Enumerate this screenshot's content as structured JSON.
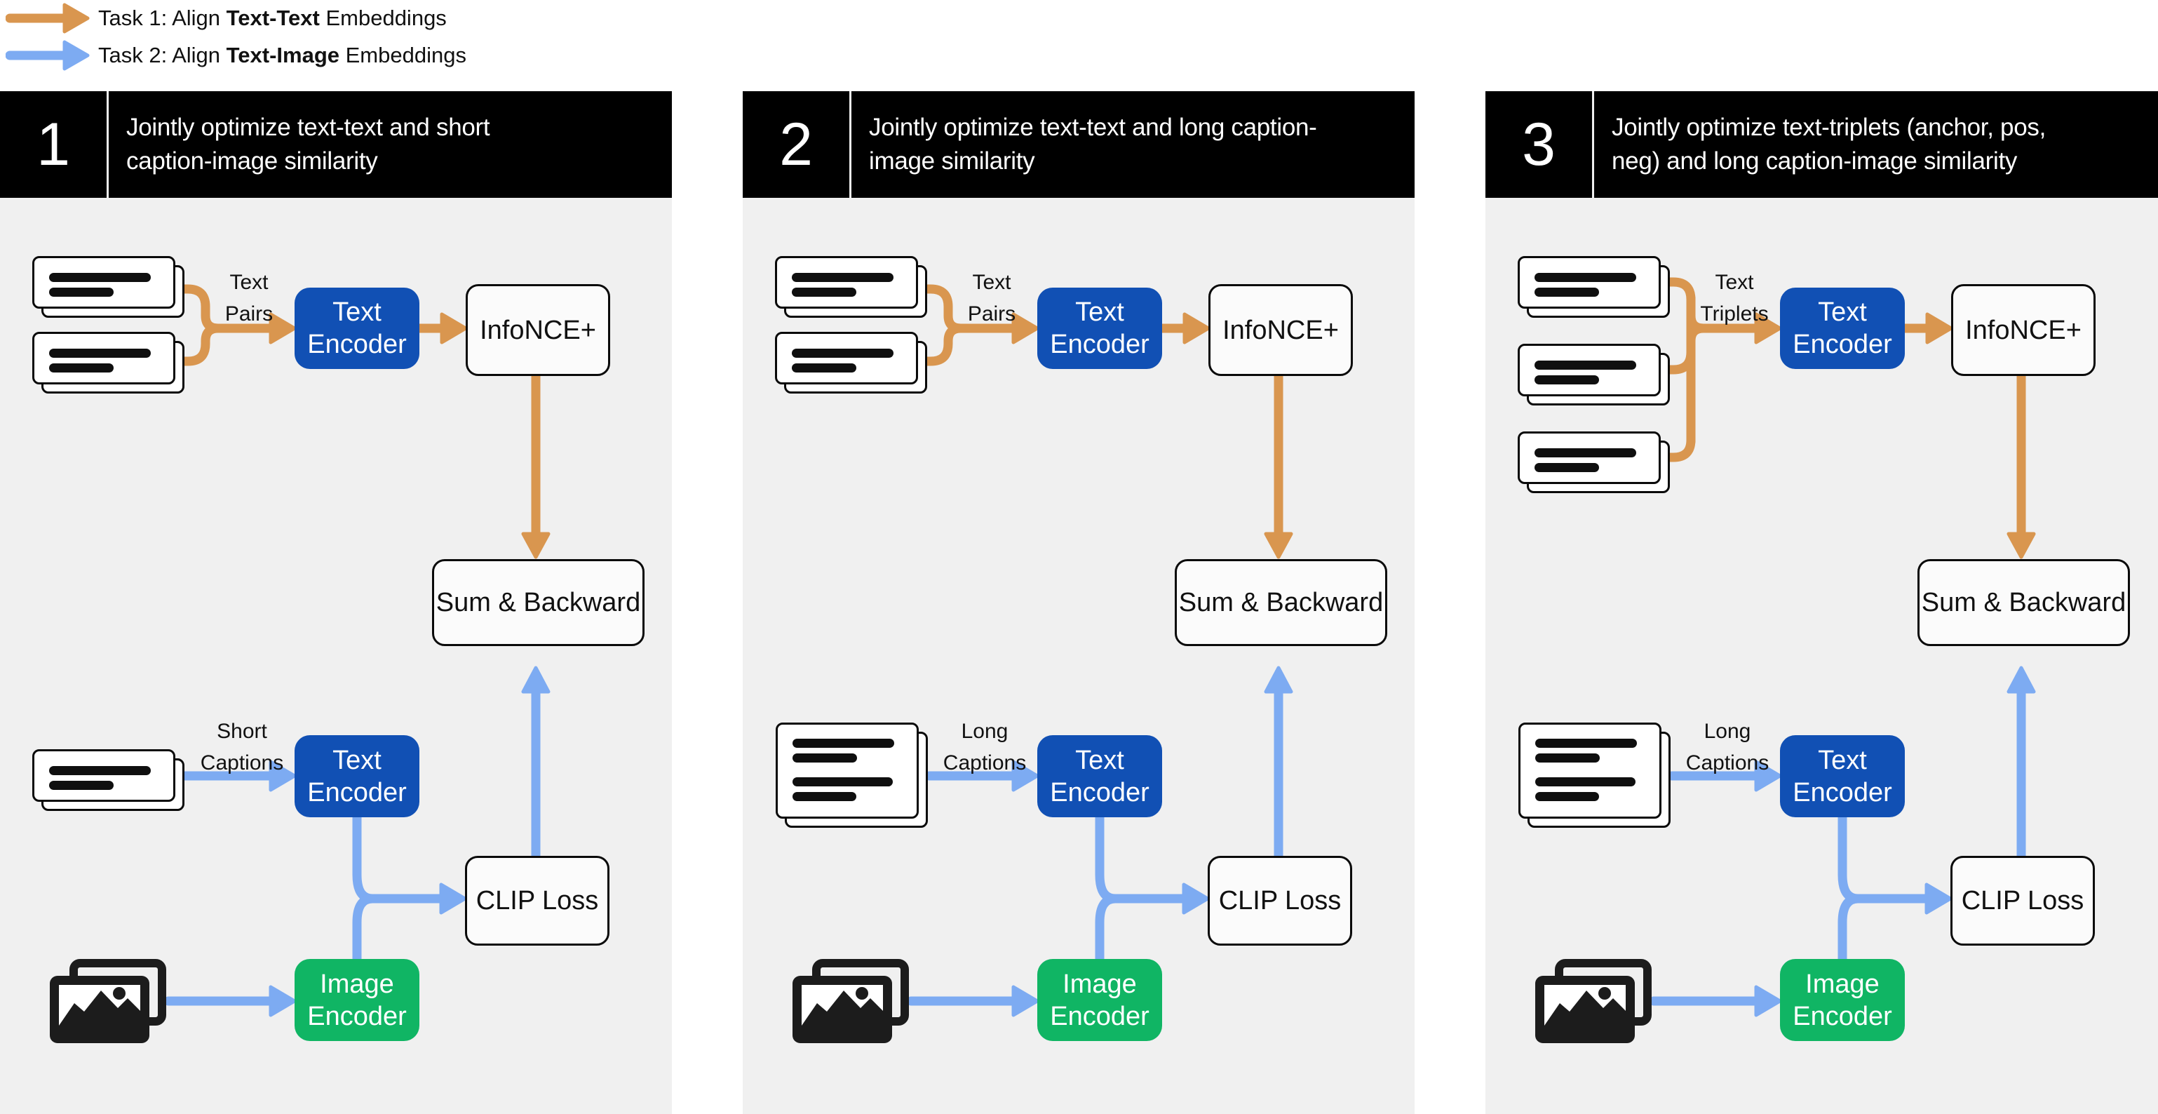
{
  "colors": {
    "task1_orange": "#D9964F",
    "task2_blue": "#7DABF2",
    "encoder_blue": "#1150B4",
    "image_green": "#10B564",
    "panel_bg": "#F0F0F0",
    "header_bg": "#000000"
  },
  "legend": {
    "items": [
      {
        "prefix": "Task 1: Align ",
        "bold": "Text-Text",
        "suffix": " Embeddings"
      },
      {
        "prefix": "Task 2: Align ",
        "bold": "Text-Image",
        "suffix": " Embeddings"
      }
    ]
  },
  "panels": [
    {
      "number": "1",
      "title": "Jointly optimize text-text and short\ncaption-image similarity",
      "text_input_label": "Text\nPairs",
      "caption_input_label": "Short\nCaptions",
      "text_encoder_top": "Text\nEncoder",
      "text_encoder_bottom": "Text\nEncoder",
      "infonce": "InfoNCE+",
      "sum_backward": "Sum & Backward",
      "clip_loss": "CLIP Loss",
      "image_encoder": "Image\nEncoder"
    },
    {
      "number": "2",
      "title": "Jointly optimize text-text and long caption-\nimage similarity",
      "text_input_label": "Text\nPairs",
      "caption_input_label": "Long\nCaptions",
      "text_encoder_top": "Text\nEncoder",
      "text_encoder_bottom": "Text\nEncoder",
      "infonce": "InfoNCE+",
      "sum_backward": "Sum & Backward",
      "clip_loss": "CLIP Loss",
      "image_encoder": "Image\nEncoder"
    },
    {
      "number": "3",
      "title": "Jointly optimize text-triplets (anchor, pos,\nneg) and long caption-image similarity",
      "text_input_label": "Text\nTriplets",
      "caption_input_label": "Long\nCaptions",
      "text_encoder_top": "Text\nEncoder",
      "text_encoder_bottom": "Text\nEncoder",
      "infonce": "InfoNCE+",
      "sum_backward": "Sum & Backward",
      "clip_loss": "CLIP Loss",
      "image_encoder": "Image\nEncoder"
    }
  ]
}
